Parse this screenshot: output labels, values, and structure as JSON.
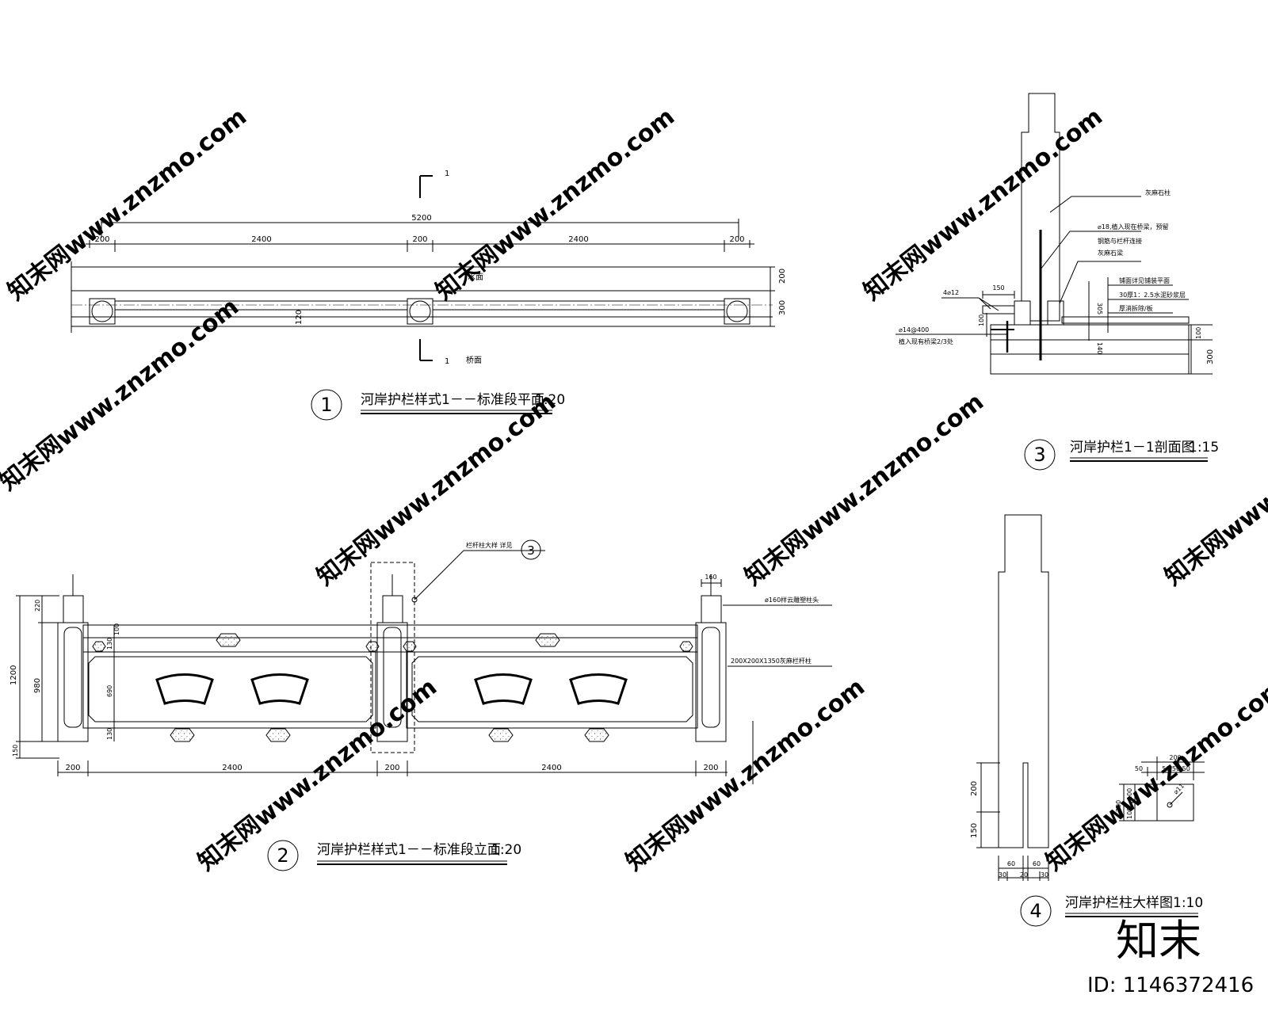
{
  "plan": {
    "title": "河岸护栏样式1－－标准段平面",
    "scale": "1:20",
    "number": "1",
    "overall": "5200",
    "spans": [
      "200",
      "2400",
      "200",
      "2400",
      "200"
    ],
    "right_dims": [
      "200",
      "300"
    ],
    "rail_dim": "120",
    "water_label": "水面",
    "bridge_label": "桥面",
    "section_mark": "1"
  },
  "elevation": {
    "title": "河岸护栏样式1－－标准段立面",
    "scale": "1:20",
    "number": "2",
    "bottom_dims": [
      "200",
      "2400",
      "200",
      "2400",
      "200"
    ],
    "left_dims": [
      "220",
      "1200",
      "980",
      "150"
    ],
    "inner_dims": [
      "100",
      "130",
      "690",
      "130"
    ],
    "post_width": "160",
    "callout_post": "栏杆柱大样 详见",
    "callout_ref": "3",
    "note_cap": "ø160样云雕塑柱头",
    "note_post": "200X200X1350灰麻栏杆柱"
  },
  "section": {
    "title": "河岸护栏1－1剖面图",
    "scale": "1:15",
    "number": "3",
    "notes": [
      "灰麻石柱",
      "⌀18,植入现在桥梁，预留",
      "钢筋与栏杆连接",
      "灰麻石梁",
      "铺面详见铺装平面",
      "30厚1：2.5水泥砂浆层",
      "厚消拆除/板"
    ],
    "left_notes": [
      "4⌀12",
      "⌀14@400",
      "植入现有桥梁2/3处"
    ],
    "dims": [
      "150",
      "100",
      "305",
      "100",
      "300",
      "140"
    ]
  },
  "detail": {
    "title": "河岸护栏柱大样图",
    "scale": "1:10",
    "number": "4",
    "dims_left": [
      "200",
      "150"
    ],
    "dims_bottom": [
      "60",
      "60",
      "30",
      "20",
      "30"
    ],
    "plan_dims_top": [
      "200",
      "50",
      "50,50,50"
    ],
    "plan_dims_left": [
      "200",
      "100",
      "100"
    ],
    "plan_note": "⌀11"
  },
  "brand": {
    "logo": "知末",
    "id": "ID: 1146372416",
    "watermark": "知末网www.znzmo.com"
  }
}
